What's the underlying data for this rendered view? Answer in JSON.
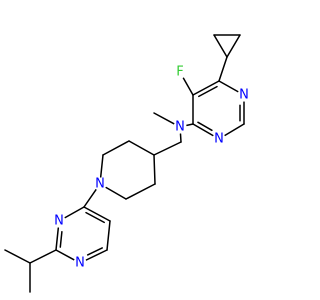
{
  "molecule": {
    "atoms": [
      {
        "id": "cp1",
        "element": "C",
        "label": ""
      },
      {
        "id": "cp2",
        "element": "C",
        "label": ""
      },
      {
        "id": "cp3",
        "element": "C",
        "label": ""
      },
      {
        "id": "c6",
        "element": "C",
        "label": ""
      },
      {
        "id": "c5",
        "element": "C",
        "label": ""
      },
      {
        "id": "f1",
        "element": "F",
        "label": "F"
      },
      {
        "id": "c4",
        "element": "C",
        "label": ""
      },
      {
        "id": "n3",
        "element": "N",
        "label": "N"
      },
      {
        "id": "c2",
        "element": "C",
        "label": ""
      },
      {
        "id": "n1",
        "element": "N",
        "label": "N"
      },
      {
        "id": "namine",
        "element": "N",
        "label": "N"
      },
      {
        "id": "me",
        "element": "C",
        "label": ""
      },
      {
        "id": "ch2",
        "element": "C",
        "label": ""
      },
      {
        "id": "p4",
        "element": "C",
        "label": ""
      },
      {
        "id": "p3",
        "element": "C",
        "label": ""
      },
      {
        "id": "p2",
        "element": "C",
        "label": ""
      },
      {
        "id": "np",
        "element": "N",
        "label": "N"
      },
      {
        "id": "p6",
        "element": "C",
        "label": ""
      },
      {
        "id": "p5",
        "element": "C",
        "label": ""
      },
      {
        "id": "q4",
        "element": "C",
        "label": ""
      },
      {
        "id": "q5",
        "element": "C",
        "label": ""
      },
      {
        "id": "q6",
        "element": "C",
        "label": ""
      },
      {
        "id": "qn1",
        "element": "N",
        "label": "N"
      },
      {
        "id": "q2",
        "element": "C",
        "label": ""
      },
      {
        "id": "qn3",
        "element": "N",
        "label": "N"
      },
      {
        "id": "ipr",
        "element": "C",
        "label": ""
      },
      {
        "id": "ipa",
        "element": "C",
        "label": ""
      },
      {
        "id": "ipb",
        "element": "C",
        "label": ""
      }
    ],
    "bonds": [
      {
        "a": "cp1",
        "b": "cp2",
        "order": 1
      },
      {
        "a": "cp2",
        "b": "cp3",
        "order": 1
      },
      {
        "a": "cp3",
        "b": "cp1",
        "order": 1
      },
      {
        "a": "cp3",
        "b": "c6",
        "order": 1
      },
      {
        "a": "c6",
        "b": "c5",
        "order": 2
      },
      {
        "a": "c5",
        "b": "f1",
        "order": 1
      },
      {
        "a": "c5",
        "b": "c4",
        "order": 1
      },
      {
        "a": "c4",
        "b": "n3",
        "order": 2
      },
      {
        "a": "n3",
        "b": "c2",
        "order": 1
      },
      {
        "a": "c2",
        "b": "n1",
        "order": 2
      },
      {
        "a": "n1",
        "b": "c6",
        "order": 1
      },
      {
        "a": "c4",
        "b": "namine",
        "order": 1
      },
      {
        "a": "namine",
        "b": "me",
        "order": 1
      },
      {
        "a": "namine",
        "b": "ch2",
        "order": 1
      },
      {
        "a": "ch2",
        "b": "p4",
        "order": 1
      },
      {
        "a": "p4",
        "b": "p3",
        "order": 1
      },
      {
        "a": "p3",
        "b": "p2",
        "order": 1
      },
      {
        "a": "p2",
        "b": "np",
        "order": 1
      },
      {
        "a": "np",
        "b": "p6",
        "order": 1
      },
      {
        "a": "p6",
        "b": "p5",
        "order": 1
      },
      {
        "a": "p5",
        "b": "p4",
        "order": 1
      },
      {
        "a": "np",
        "b": "q4",
        "order": 1
      },
      {
        "a": "q4",
        "b": "q5",
        "order": 2
      },
      {
        "a": "q5",
        "b": "q6",
        "order": 1
      },
      {
        "a": "q6",
        "b": "qn1",
        "order": 2
      },
      {
        "a": "qn1",
        "b": "q2",
        "order": 1
      },
      {
        "a": "q2",
        "b": "qn3",
        "order": 2
      },
      {
        "a": "qn3",
        "b": "q4",
        "order": 1
      },
      {
        "a": "q2",
        "b": "ipr",
        "order": 1
      },
      {
        "a": "ipr",
        "b": "ipa",
        "order": 1
      },
      {
        "a": "ipr",
        "b": "ipb",
        "order": 1
      }
    ]
  },
  "colors": {
    "bond": "#000000",
    "nitrogen": "#0000ff",
    "fluorine": "#33cc33",
    "background": "#ffffff"
  }
}
